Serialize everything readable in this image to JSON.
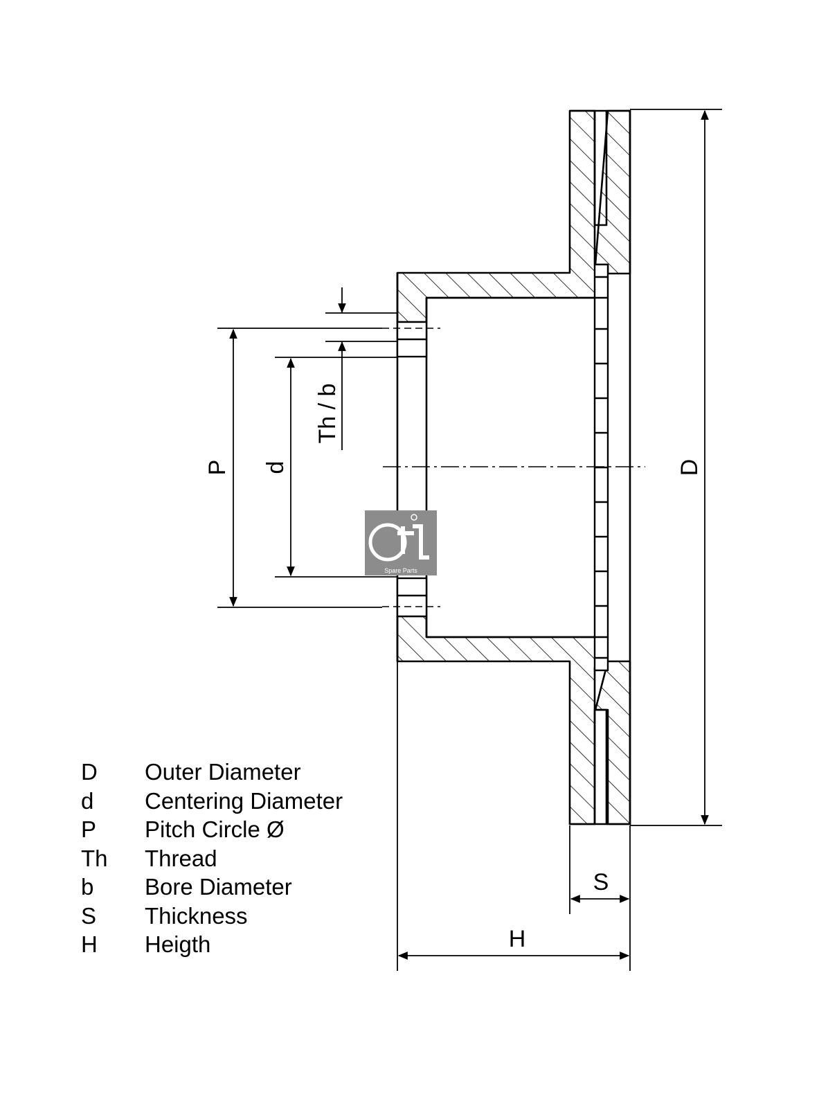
{
  "dimension_labels": {
    "outer_diameter": "D",
    "centering_diameter": "d",
    "pitch_circle": "P",
    "thread_bore": "Th / b",
    "thickness": "S",
    "height": "H"
  },
  "legend": [
    {
      "symbol": "D",
      "description": "Outer Diameter"
    },
    {
      "symbol": "d",
      "description": "Centering Diameter"
    },
    {
      "symbol": "P",
      "description": "Pitch Circle Ø"
    },
    {
      "symbol": "Th",
      "description": "Thread"
    },
    {
      "symbol": "b",
      "description": "Bore Diameter"
    },
    {
      "symbol": "S",
      "description": "Thickness"
    },
    {
      "symbol": "H",
      "description": "Heigth"
    }
  ],
  "logo": {
    "text": "Spare Parts",
    "color": "#8c8c8c"
  },
  "colors": {
    "line": "#000000",
    "background": "#ffffff"
  }
}
